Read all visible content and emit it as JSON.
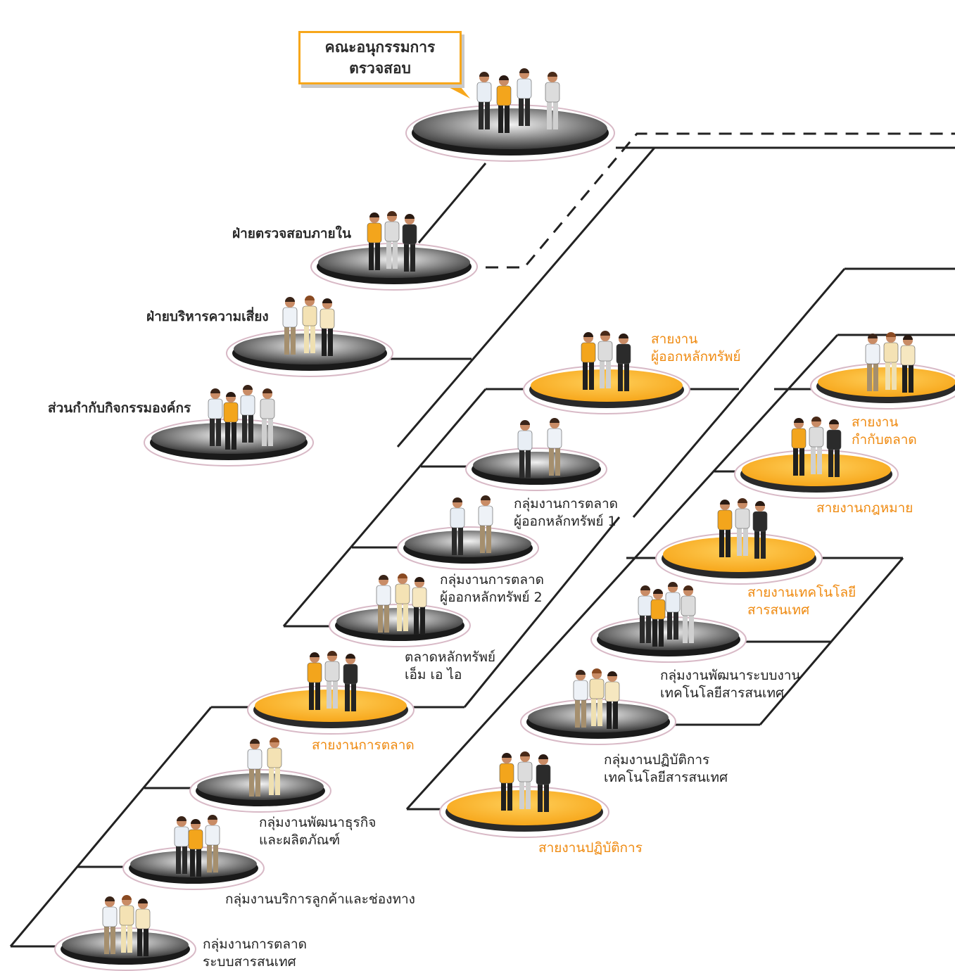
{
  "title": {
    "lines": [
      "คณะอนุกรรมการ",
      "ตรวจสอบ"
    ]
  },
  "colors": {
    "accent": "#f7a71b",
    "label_orange": "#ef8a10",
    "platform_dark": "#3a3a3a",
    "line": "#222222"
  },
  "nodes": {
    "audit_committee": {
      "label": []
    },
    "internal_audit": {
      "label": [
        "ฝ่ายตรวจสอบภายใน"
      ]
    },
    "risk_management": {
      "label": [
        "ฝ่ายบริหารความเสี่ยง"
      ]
    },
    "corporate_governance": {
      "label": [
        "ส่วนกำกับกิจกรรมองค์กร"
      ]
    },
    "issuer_division": {
      "label": [
        "สายงาน",
        "ผู้ออกหลักทรัพย์"
      ]
    },
    "issuer_marketing_1": {
      "label": [
        "กลุ่มงานการตลาด",
        "ผู้ออกหลักทรัพย์ 1"
      ]
    },
    "issuer_marketing_2": {
      "label": [
        "กลุ่มงานการตลาด",
        "ผู้ออกหลักทรัพย์ 2"
      ]
    },
    "mai": {
      "label": [
        "ตลาดหลักทรัพย์",
        "เอ็ม เอ ไอ"
      ]
    },
    "marketing_division": {
      "label": [
        "สายงานการตลาด"
      ]
    },
    "business_development": {
      "label": [
        "กลุ่มงานพัฒนาธุรกิจ",
        "และผลิตภัณฑ์"
      ]
    },
    "customer_service": {
      "label": [
        "กลุ่มงานบริการลูกค้าและช่องทาง"
      ]
    },
    "it_marketing": {
      "label": [
        "กลุ่มงานการตลาด",
        "ระบบสารสนเทศ"
      ]
    },
    "market_supervision": {
      "label": [
        "สายงาน",
        "กำกับตลาด"
      ]
    },
    "legal": {
      "label": [
        "สายงานกฎหมาย"
      ]
    },
    "it_division": {
      "label": [
        "สายงานเทคโนโลยี",
        "สารสนเทศ"
      ]
    },
    "it_development": {
      "label": [
        "กลุ่มงานพัฒนาระบบงาน",
        "เทคโนโลยีสารสนเทศ"
      ]
    },
    "it_operations": {
      "label": [
        "กลุ่มงานปฏิบัติการ",
        "เทคโนโลยีสารสนเทศ"
      ]
    },
    "operations_division": {
      "label": [
        "สายงานปฏิบัติการ"
      ]
    }
  }
}
